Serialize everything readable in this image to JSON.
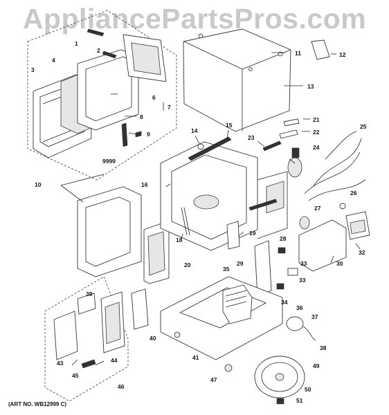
{
  "watermark": "AppliancePartsPros.com",
  "art_number": "(ART NO. WB12999 C)",
  "callouts": [
    "1",
    "2",
    "3",
    "4",
    "6",
    "7",
    "8",
    "9",
    "9999",
    "10",
    "11",
    "12",
    "13",
    "14",
    "15",
    "16",
    "18",
    "19",
    "20",
    "21",
    "22",
    "23",
    "24",
    "25",
    "26",
    "27",
    "28",
    "29",
    "30",
    "32",
    "33",
    "33",
    "34",
    "35",
    "36",
    "37",
    "38",
    "39",
    "40",
    "41",
    "43",
    "44",
    "45",
    "46",
    "47",
    "49",
    "50",
    "51"
  ]
}
